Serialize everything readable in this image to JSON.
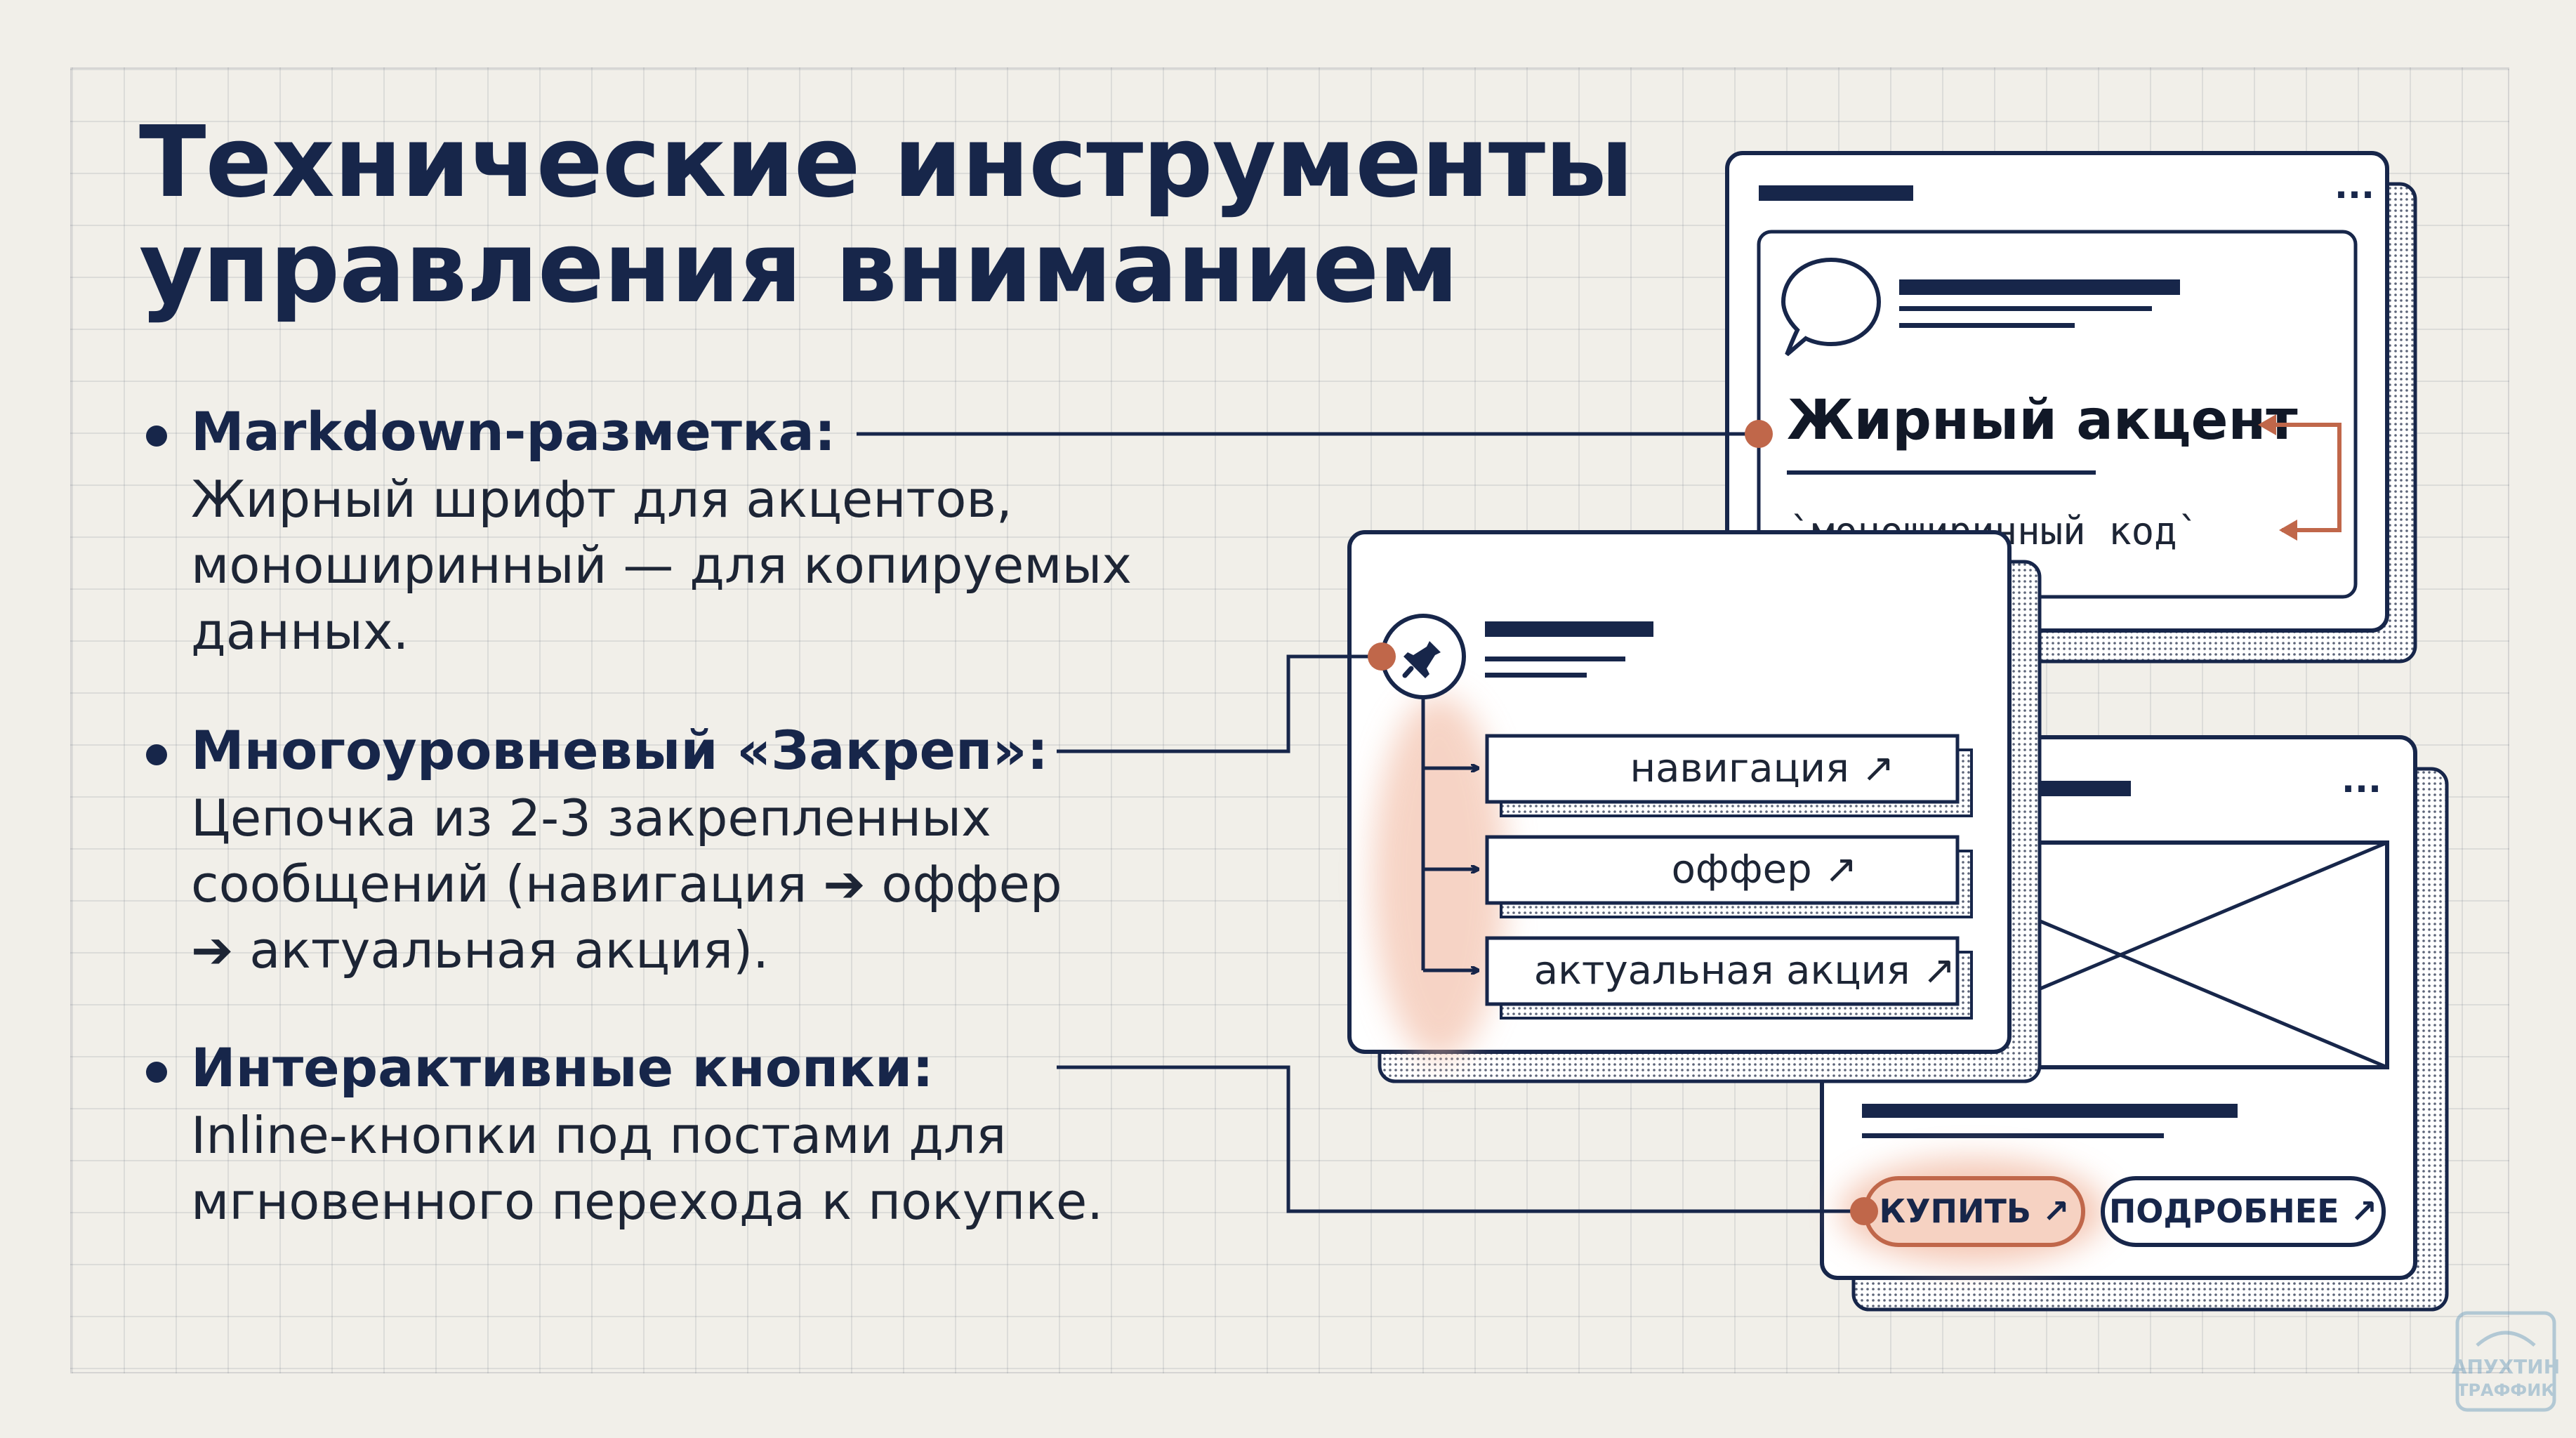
{
  "title": {
    "line1": "Технические инструменты",
    "line2": "управления вниманием"
  },
  "bullets": [
    {
      "heading": "Markdown-разметка:",
      "lines": [
        "Жирный шрифт для акцентов,",
        "моноширинный — для копируемых",
        "данных."
      ]
    },
    {
      "heading": "Многоуровневый «Закреп»:",
      "lines": [
        "Цепочка из 2-3 закрепленных",
        "сообщений (навигация ➔ оффер",
        "➔ актуальная акция)."
      ]
    },
    {
      "heading": "Интерактивные кнопки:",
      "lines": [
        "Inline-кнопки под постами для",
        "мгновенного перехода к покупке."
      ]
    }
  ],
  "card_markdown": {
    "bold_text": "Жирный акцент",
    "mono_text": "`моноширинный код`",
    "menu_glyph": "...",
    "icon": "speech-bubble-icon"
  },
  "card_pins": {
    "icon": "pushpin-icon",
    "buttons": [
      "навигация ↗",
      "оффер ↗",
      "актуальная акция ↗"
    ]
  },
  "card_buttons": {
    "menu_glyph": "...",
    "image_placeholder_icon": "image-placeholder-icon",
    "buy_button": "КУПИТЬ ↗",
    "details_button": "ПОДРОБНЕЕ ↗"
  },
  "watermark": {
    "line1": "АПУХТИН",
    "line2": "ТРАФФИК"
  },
  "colors": {
    "navy": "#17264a",
    "accent": "#c0674a",
    "accent_soft": "#f1b79f",
    "background": "#f1efe9"
  }
}
